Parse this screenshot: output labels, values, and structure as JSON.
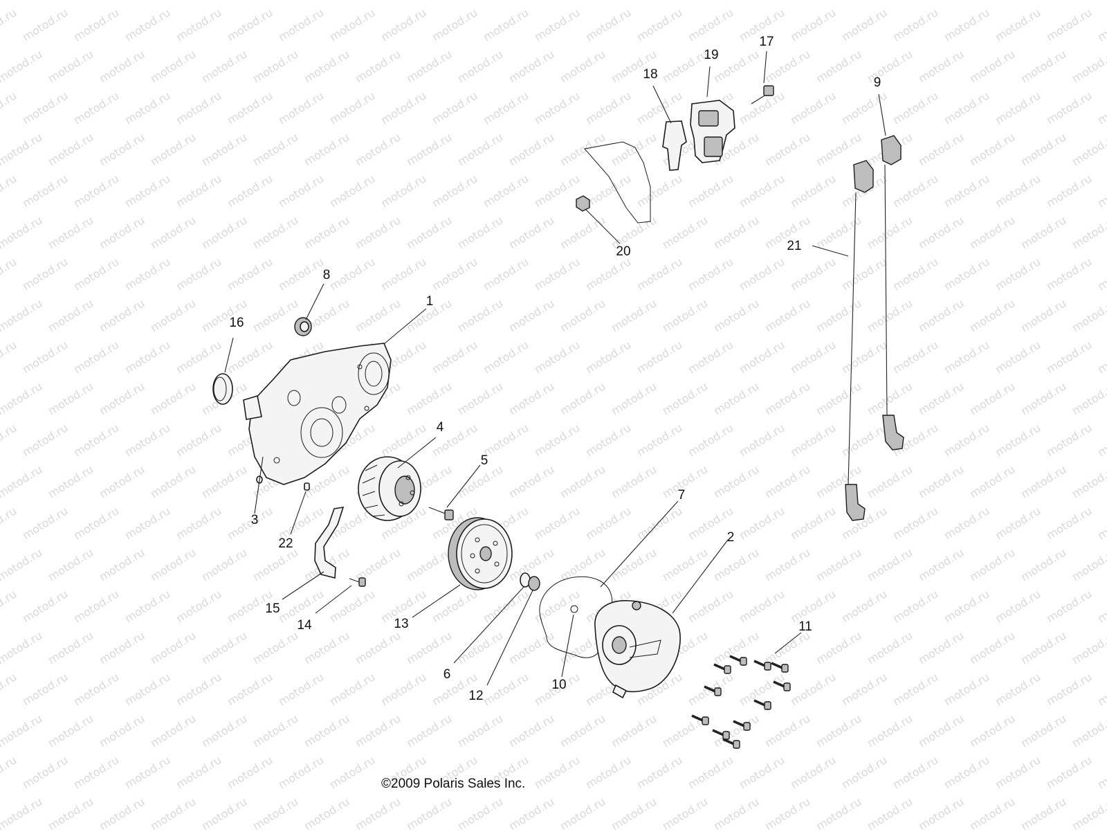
{
  "watermark": "motod.ru",
  "copyright": "©2009 Polaris Sales Inc.",
  "callouts": [
    {
      "id": "c1",
      "label": "1"
    },
    {
      "id": "c2",
      "label": "2"
    },
    {
      "id": "c3",
      "label": "3"
    },
    {
      "id": "c4",
      "label": "4"
    },
    {
      "id": "c5",
      "label": "5"
    },
    {
      "id": "c6",
      "label": "6"
    },
    {
      "id": "c7",
      "label": "7"
    },
    {
      "id": "c8",
      "label": "8"
    },
    {
      "id": "c9",
      "label": "9"
    },
    {
      "id": "c10",
      "label": "10"
    },
    {
      "id": "c11",
      "label": "11"
    },
    {
      "id": "c12",
      "label": "12"
    },
    {
      "id": "c13",
      "label": "13"
    },
    {
      "id": "c14",
      "label": "14"
    },
    {
      "id": "c15",
      "label": "15"
    },
    {
      "id": "c16",
      "label": "16"
    },
    {
      "id": "c17",
      "label": "17"
    },
    {
      "id": "c18",
      "label": "18"
    },
    {
      "id": "c19",
      "label": "19"
    },
    {
      "id": "c20",
      "label": "20"
    },
    {
      "id": "c21",
      "label": "21"
    },
    {
      "id": "c22",
      "label": "22"
    }
  ]
}
